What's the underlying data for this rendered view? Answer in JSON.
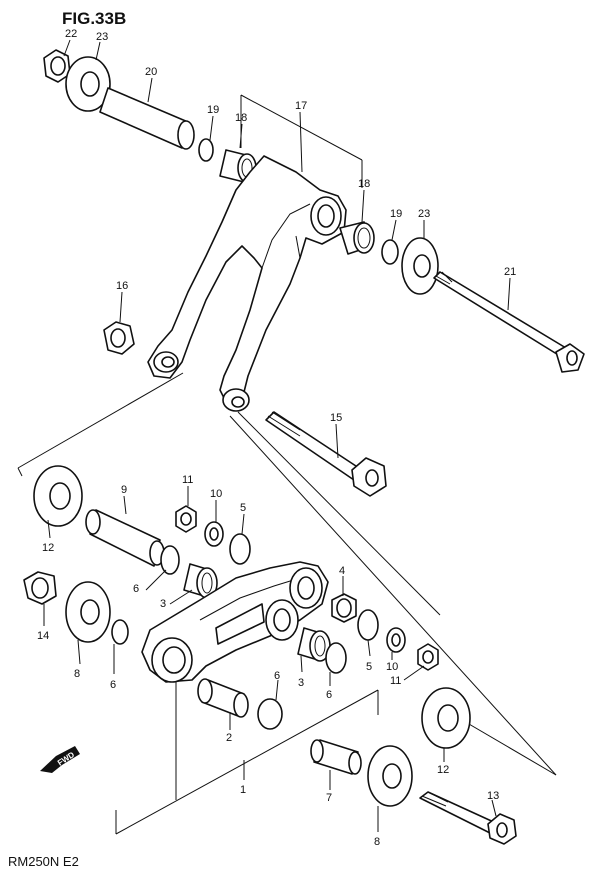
{
  "figure": {
    "title": "FIG.33B",
    "model": "RM250N  E2",
    "fwd": "FWD"
  },
  "callouts": {
    "c1": "1",
    "c2": "2",
    "c3a": "3",
    "c3b": "3",
    "c4": "4",
    "c5a": "5",
    "c5b": "5",
    "c6a": "6",
    "c6b": "6",
    "c6c": "6",
    "c6d": "6",
    "c7": "7",
    "c8a": "8",
    "c8b": "8",
    "c9": "9",
    "c10a": "10",
    "c10b": "10",
    "c11a": "11",
    "c11b": "11",
    "c12a": "12",
    "c12b": "12",
    "c13": "13",
    "c14": "14",
    "c15": "15",
    "c16": "16",
    "c17": "17",
    "c18a": "18",
    "c18b": "18",
    "c19a": "19",
    "c19b": "19",
    "c20": "20",
    "c21": "21",
    "c22": "22",
    "c23a": "23",
    "c23b": "23"
  }
}
